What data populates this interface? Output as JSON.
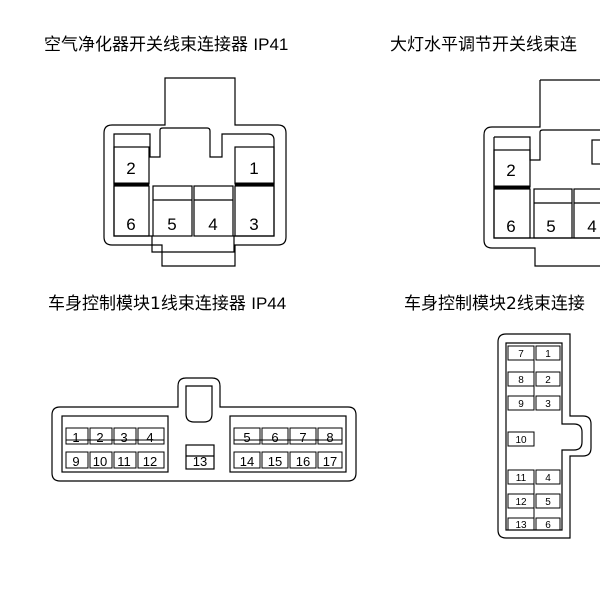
{
  "connectors": [
    {
      "title_cn": "空气净化器开关线束连接器",
      "title_id": "IP41",
      "pins": [
        "1",
        "2",
        "3",
        "4",
        "5",
        "6"
      ]
    },
    {
      "title_cn": "大灯水平调节开关线束连",
      "title_id": "",
      "pins": [
        "2",
        "5",
        "4",
        "6"
      ]
    },
    {
      "title_cn": "车身控制模块1线束连接器",
      "title_id": "IP44",
      "pins": [
        "1",
        "2",
        "3",
        "4",
        "5",
        "6",
        "7",
        "8",
        "9",
        "10",
        "11",
        "12",
        "13",
        "14",
        "15",
        "16",
        "17"
      ]
    },
    {
      "title_cn": "车身控制模块2线束连接",
      "title_id": "",
      "pins": [
        "1",
        "2",
        "3",
        "4",
        "5",
        "6",
        "7",
        "8",
        "9",
        "10",
        "11",
        "12",
        "13"
      ]
    }
  ]
}
